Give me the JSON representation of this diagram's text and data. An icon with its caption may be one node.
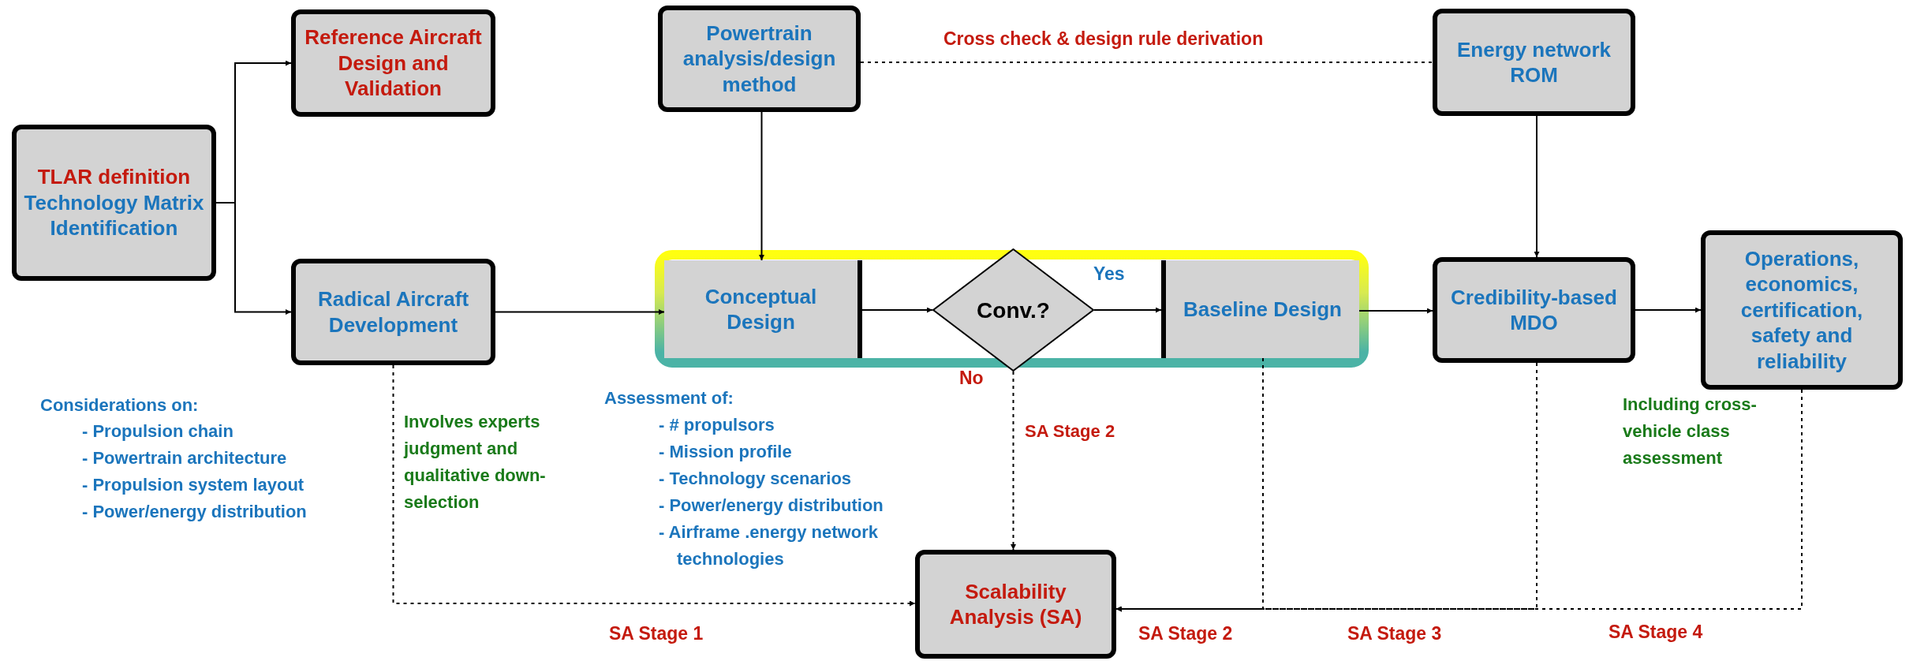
{
  "diagram": {
    "nodes": [
      {
        "text": [
          "TLAR definition",
          "Technology Matrix Identification"
        ]
      },
      {
        "text": [
          "Reference Aircraft Design and Validation"
        ]
      },
      {
        "text": [
          "Powertrain analysis/design method"
        ]
      },
      {
        "text": [
          "Energy network ROM"
        ]
      },
      {
        "text": [
          "Radical Aircraft Development"
        ]
      },
      {
        "text": [],
        "shape": "box"
      },
      {
        "text": [
          "Conceptual Design"
        ],
        "in": 5
      },
      {
        "text": [
          "Conv.?"
        ],
        "in": 5
      },
      {
        "text": [
          "Baseline Design"
        ],
        "in": 5
      },
      {
        "text": [
          "Credibility-based MDO"
        ]
      },
      {
        "text": [
          "Operations, economics, certification, safety and reliability"
        ]
      },
      {
        "text": [
          "Scalability Analysis (SA)"
        ]
      }
    ],
    "edges": [
      {
        "from": 0,
        "to": 1,
        "arrow": "to"
      },
      {
        "from": 0,
        "to": 4,
        "arrow": "to"
      },
      {
        "from": 2,
        "to": 3,
        "arrow": "none",
        "style": "dashed",
        "label": "Cross check & design rule derivation"
      },
      {
        "from": 2,
        "to": 6,
        "arrow": "to"
      },
      {
        "from": 3,
        "to": 9,
        "arrow": "to"
      },
      {
        "from": 4,
        "to": 6,
        "arrow": "to"
      },
      {
        "from": 6,
        "to": 7,
        "arrow": "to"
      },
      {
        "from": 7,
        "to": 8,
        "arrow": "to",
        "label": "Yes"
      },
      {
        "from": 7,
        "to": 11,
        "arrow": "to",
        "style": "dashed",
        "label": "No"
      },
      {
        "from": 8,
        "to": 9,
        "arrow": "to"
      },
      {
        "from": 9,
        "to": 10,
        "arrow": "to"
      },
      {
        "from": 4,
        "to": 11,
        "arrow": "to",
        "style": "dashed",
        "label": "SA Stage 1"
      },
      {
        "from": 8,
        "to": 11,
        "arrow": "to",
        "style": "dashed",
        "label": "SA Stage 2"
      },
      {
        "from": 9,
        "to": 11,
        "arrow": "to",
        "style": "dashed",
        "label": "SA Stage 3"
      },
      {
        "from": 10,
        "to": 11,
        "arrow": "to",
        "style": "dashed",
        "label": "SA Stage 4"
      }
    ],
    "labels": [
      "Considerations on:",
      "- Propulsion chain",
      "- Powertrain architecture",
      "- Propulsion system layout",
      "- Power/energy distribution",
      "Involves experts judgment and qualitative down-selection",
      "Assessment of:",
      "- # propulsors",
      "- Mission profile",
      "- Technology scenarios",
      "- Power/energy distribution",
      "- Airframe .energy network technologies",
      "SA Stage 2",
      "Including cross-vehicle class assessment"
    ]
  }
}
